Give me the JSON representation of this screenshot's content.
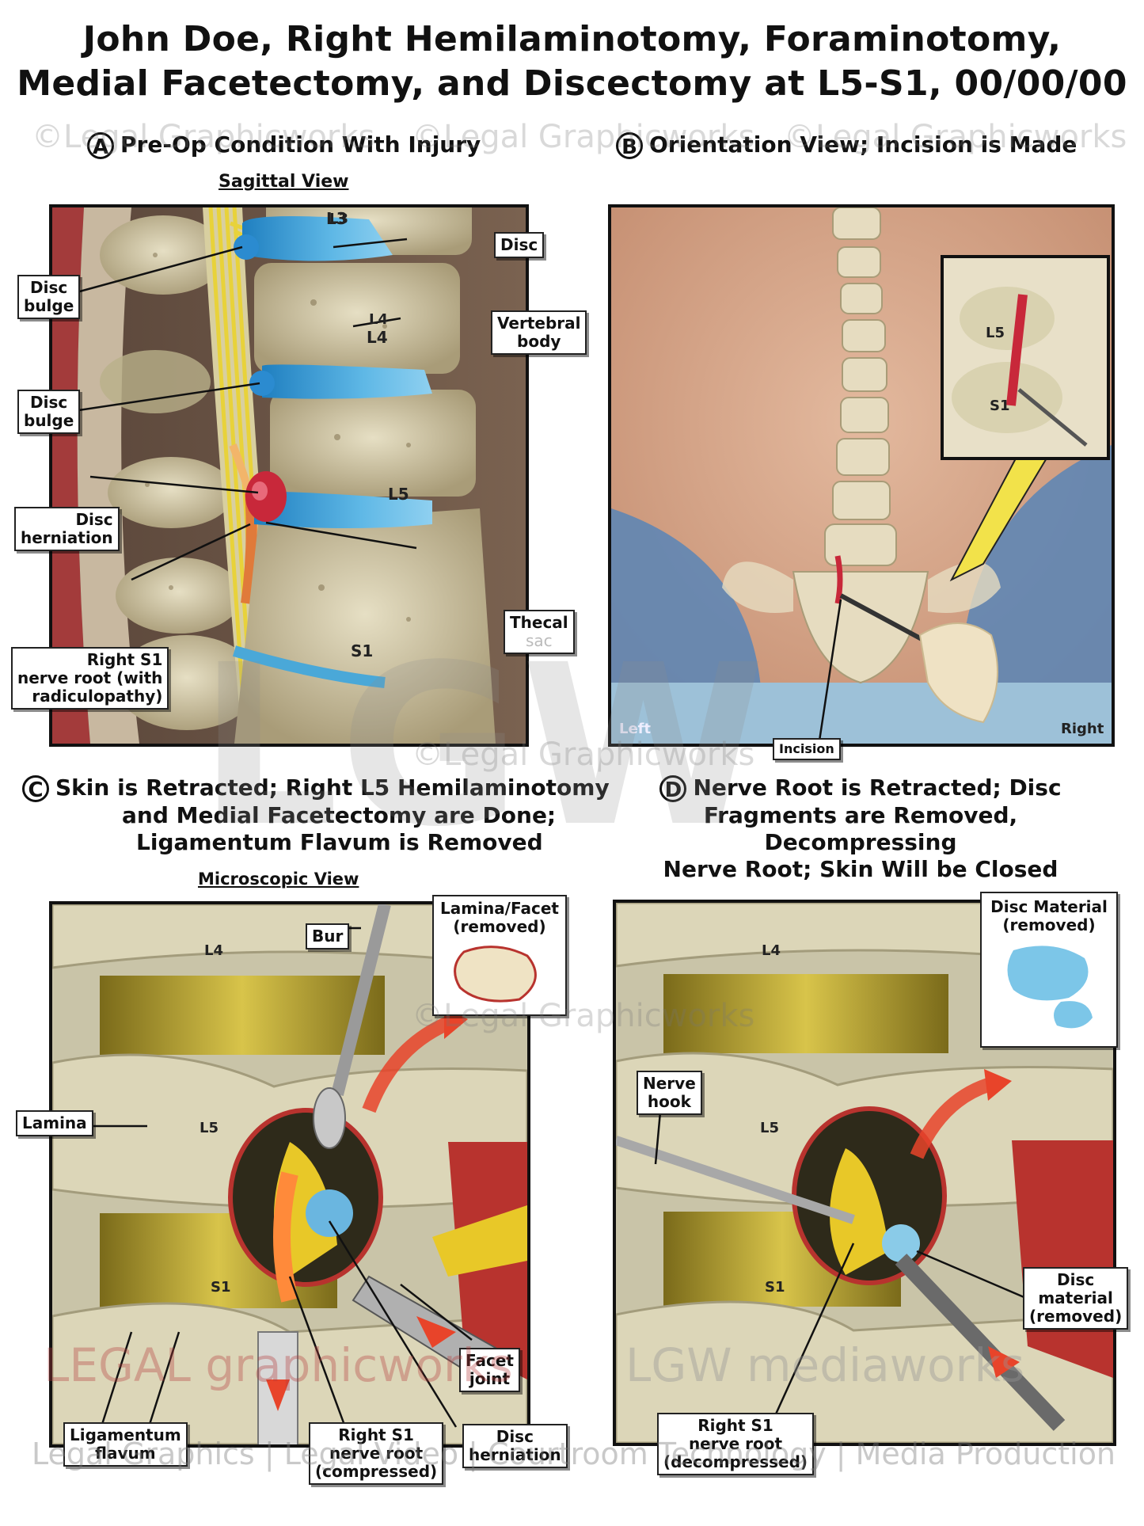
{
  "title": {
    "line1": "John Doe, Right Hemilaminotomy, Foraminotomy,",
    "line2": "Medial Facetectomy, and Discectomy at L5-S1, 00/00/00"
  },
  "panels": {
    "a": {
      "letter": "A",
      "heading": "Pre-Op Condition With Injury",
      "subheading": "Sagittal View",
      "vertebrae": [
        "L3",
        "L4",
        "L5",
        "S1"
      ],
      "labels": {
        "disc": "Disc",
        "disc_bulge_1": [
          "Disc",
          "bulge"
        ],
        "vertebral_body": [
          "Vertebral",
          "body"
        ],
        "disc_bulge_2": [
          "Disc",
          "bulge"
        ],
        "disc_herniation": [
          "Disc",
          "herniation"
        ],
        "thecal_sac": [
          "Thecal",
          "sac"
        ],
        "right_s1": [
          "Right S1",
          "nerve root (with",
          "radiculopathy)"
        ]
      }
    },
    "b": {
      "letter": "B",
      "heading": "Orientation View; Incision is Made",
      "inset_levels": [
        "L5",
        "S1"
      ],
      "left_label": "Left",
      "right_label": "Right",
      "incision_label": "Incision"
    },
    "c": {
      "letter": "C",
      "heading_lines": [
        "Skin is Retracted; Right L5 Hemilaminotomy",
        "and Medial Facetectomy are Done;",
        "Ligamentum Flavum is Removed"
      ],
      "subheading": "Microscopic View",
      "levels": [
        "L4",
        "L5",
        "S1"
      ],
      "labels": {
        "lamina_facet": [
          "Lamina/Facet",
          "(removed)"
        ],
        "bur": "Bur",
        "lamina": "Lamina",
        "facet_joint": [
          "Facet",
          "joint"
        ],
        "ligamentum_flavum": [
          "Ligamentum",
          "flavum"
        ],
        "right_s1": [
          "Right S1",
          "nerve root",
          "(compressed)"
        ],
        "disc_herniation": [
          "Disc",
          "herniation"
        ]
      }
    },
    "d": {
      "letter": "D",
      "heading_lines": [
        "Nerve Root is Retracted; Disc",
        "Fragments are Removed, Decompressing",
        "Nerve Root; Skin Will be Closed"
      ],
      "levels": [
        "L4",
        "L5",
        "S1"
      ],
      "labels": {
        "disc_material_box": [
          "Disc Material",
          "(removed)"
        ],
        "nerve_hook": [
          "Nerve",
          "hook"
        ],
        "disc_material": [
          "Disc",
          "material",
          "(removed)"
        ],
        "right_s1": [
          "Right S1",
          "nerve root",
          "(decompressed)"
        ]
      }
    }
  },
  "watermarks": {
    "text": "©Legal Graphicworks",
    "logo_left": "LEGAL graphicworks",
    "logo_right": "LGW mediaworks",
    "big_logo": "LGW",
    "footer": "Legal Graphics | Legal Video | Courtroom Technology | Media Production"
  },
  "colors": {
    "disc_blue": "#4aa8d8",
    "nerve_yellow": "#e8d23a",
    "herniation_red": "#c8283a",
    "bone": "#d9d2b0",
    "skin": "#d8a68a"
  }
}
